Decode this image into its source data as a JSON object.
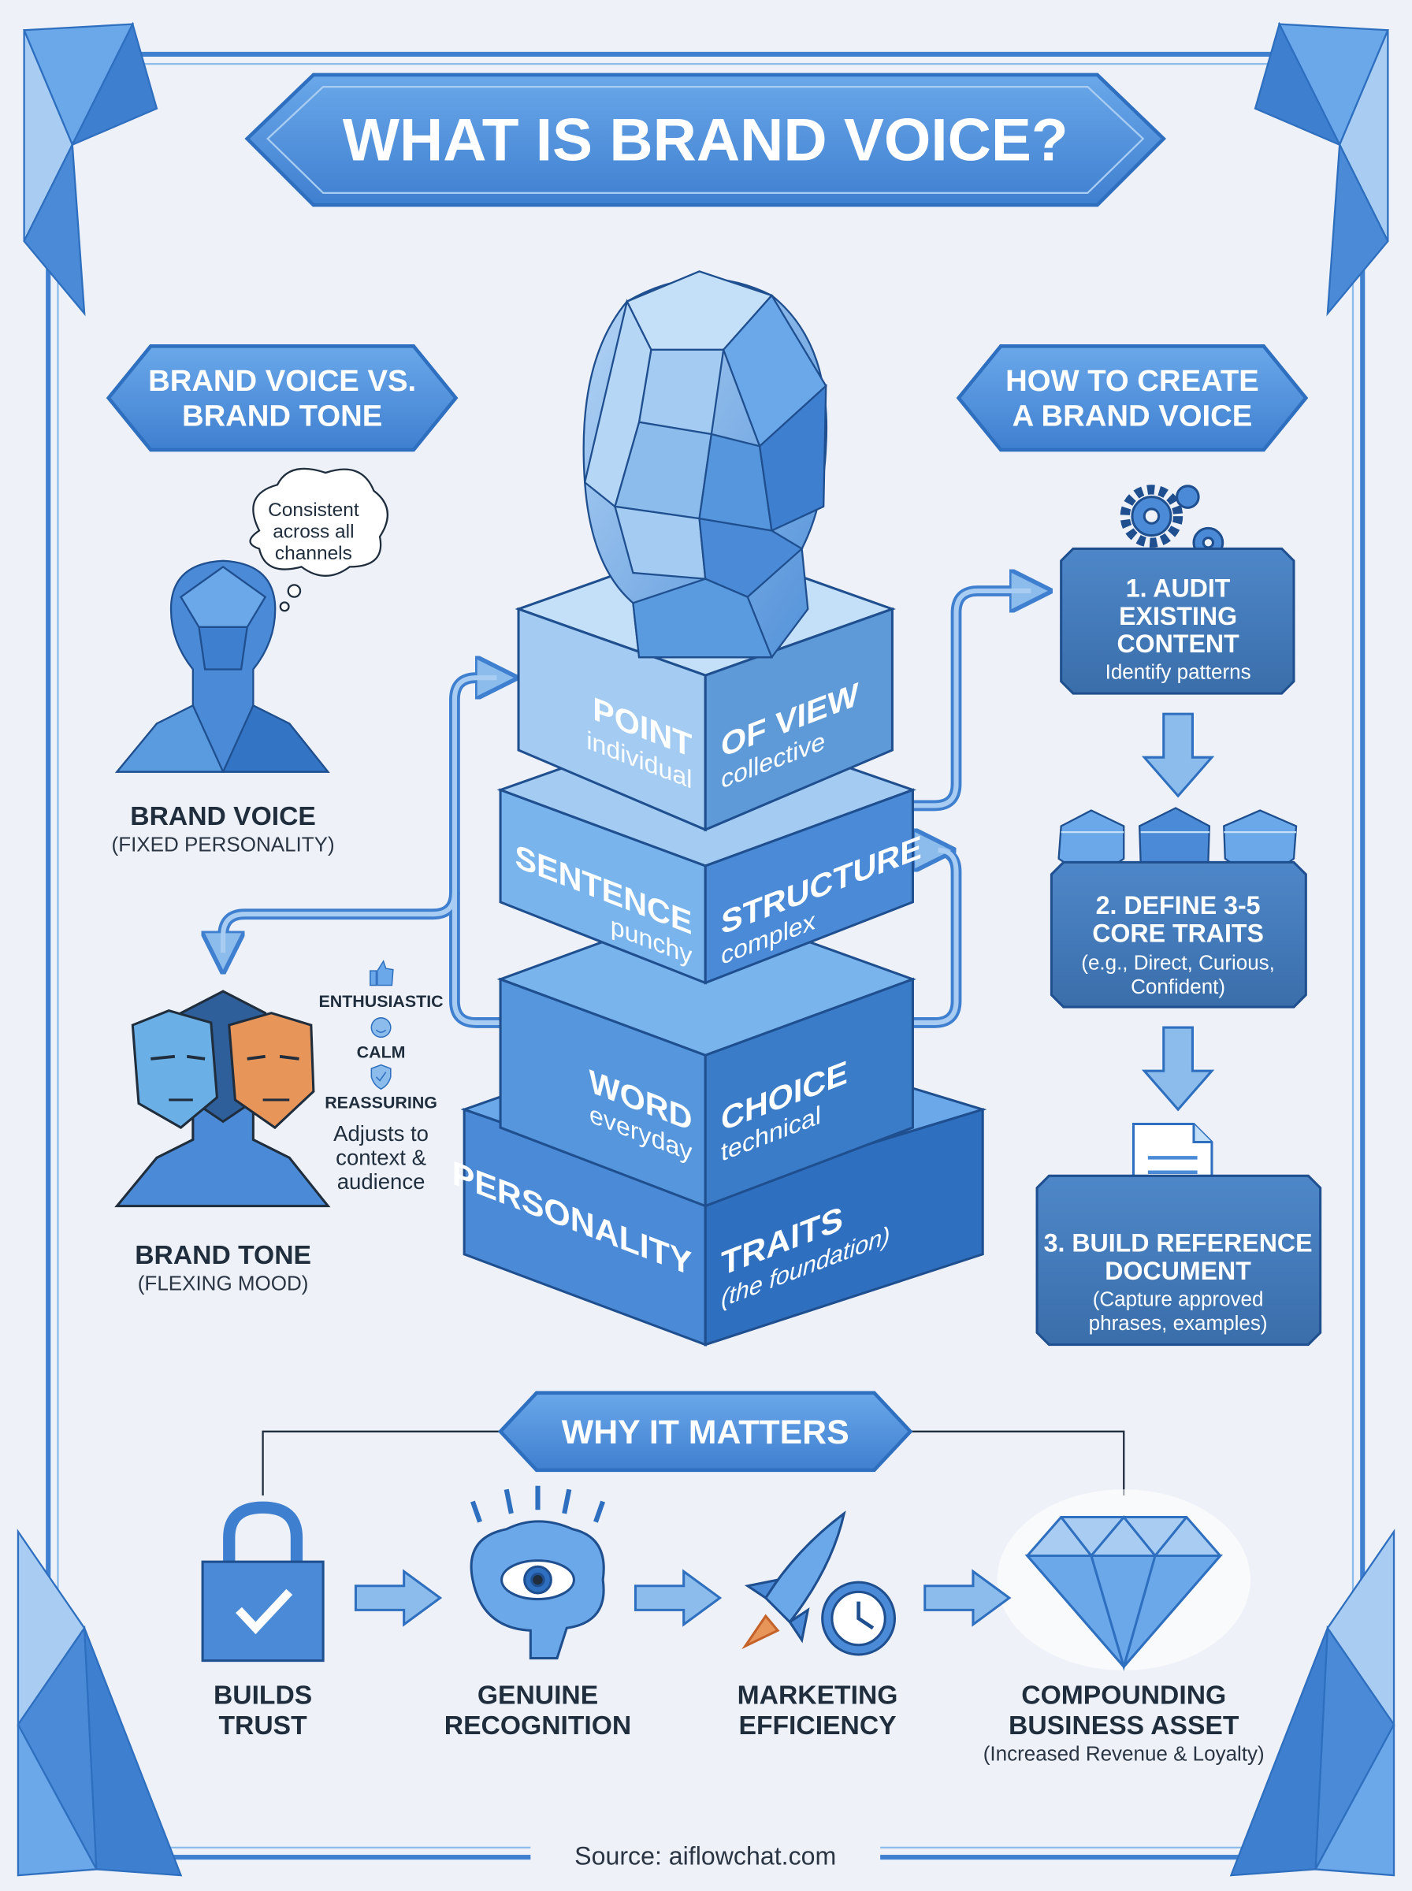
{
  "title": "WHAT IS BRAND VOICE?",
  "colors": {
    "background": "#eef2f8",
    "primary": "#4a8ad6",
    "dark": "#2f6fbf",
    "light": "#a9cdf2",
    "accent_orange": "#e8955a",
    "text": "#1f2d3d"
  },
  "voice_vs_tone": {
    "heading": [
      "BRAND VOICE VS.",
      "BRAND TONE"
    ],
    "thought_bubble": [
      "Consistent",
      "across all",
      "channels"
    ],
    "brand_voice": {
      "label": "BRAND VOICE",
      "sub": "(FIXED PERSONALITY)"
    },
    "tones": [
      {
        "label": "ENTHUSIASTIC",
        "icon": "thumbs-up-icon"
      },
      {
        "label": "CALM",
        "icon": "smiley-icon"
      },
      {
        "label": "REASSURING",
        "icon": "shield-check-icon"
      }
    ],
    "adjusts": [
      "Adjusts to",
      "context &",
      "audience"
    ],
    "brand_tone": {
      "label": "BRAND TONE",
      "sub": "(FLEXING MOOD)"
    }
  },
  "pillar": [
    {
      "left": "POINT",
      "left_sub": "individual",
      "right": "OF VIEW",
      "right_sub": "collective"
    },
    {
      "left": "SENTENCE",
      "left_sub": "punchy",
      "right": "STRUCTURE",
      "right_sub": "complex"
    },
    {
      "left": "WORD",
      "left_sub": "everyday",
      "right": "CHOICE",
      "right_sub": "technical"
    },
    {
      "left": "PERSONALITY",
      "left_sub": "",
      "right": "TRAITS",
      "right_sub": "(the foundation)"
    }
  ],
  "how_to": {
    "heading": [
      "HOW TO CREATE",
      "A BRAND VOICE"
    ],
    "steps": [
      {
        "title": [
          "1. AUDIT",
          "EXISTING",
          "CONTENT"
        ],
        "desc": [
          "Identify patterns"
        ],
        "icon": "gears-icon"
      },
      {
        "title": [
          "2. DEFINE 3-5",
          "CORE TRAITS"
        ],
        "desc": [
          "(e.g., Direct, Curious,",
          "Confident)"
        ],
        "icon": "gems-icon"
      },
      {
        "title": [
          "3. BUILD REFERENCE",
          "DOCUMENT"
        ],
        "desc": [
          "(Capture approved",
          "phrases, examples)"
        ],
        "icon": "document-icon"
      }
    ]
  },
  "why": {
    "heading": "WHY IT MATTERS",
    "items": [
      {
        "label": [
          "BUILDS",
          "TRUST"
        ],
        "sub": "",
        "icon": "lock-check-icon"
      },
      {
        "label": [
          "GENUINE",
          "RECOGNITION"
        ],
        "sub": "",
        "icon": "brain-eye-icon"
      },
      {
        "label": [
          "MARKETING",
          "EFFICIENCY"
        ],
        "sub": "",
        "icon": "rocket-clock-icon"
      },
      {
        "label": [
          "COMPOUNDING",
          "BUSINESS ASSET"
        ],
        "sub": "(Increased Revenue & Loyalty)",
        "icon": "diamond-icon"
      }
    ]
  },
  "source": "Source: aiflowchat.com"
}
